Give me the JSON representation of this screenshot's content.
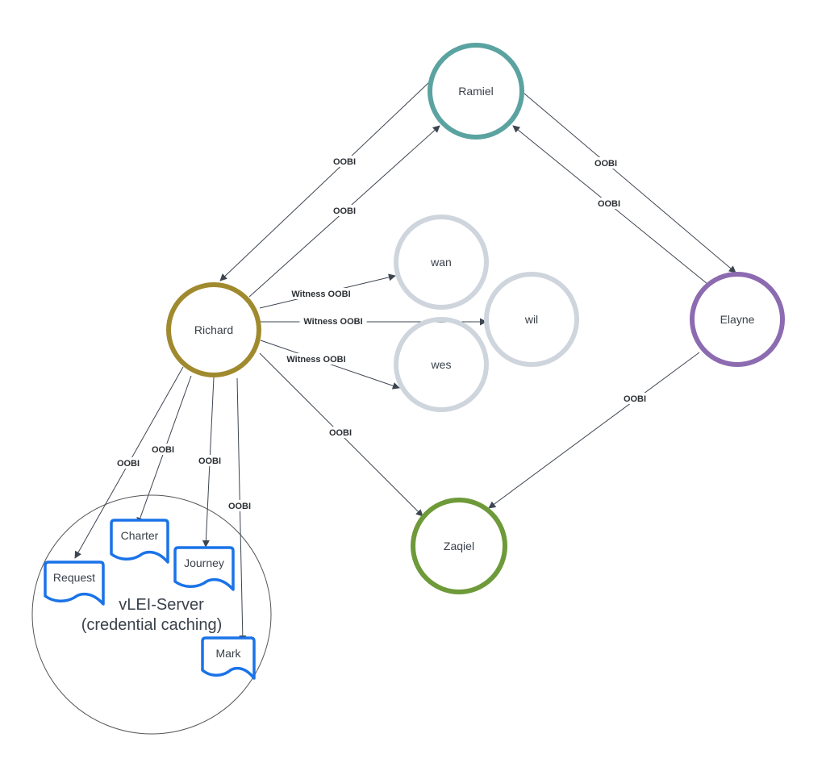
{
  "diagram": {
    "nodes": [
      {
        "id": "ramiel",
        "label": "Ramiel",
        "color": "#5ba3a1",
        "kind": "controller"
      },
      {
        "id": "richard",
        "label": "Richard",
        "color": "#a08a2e",
        "kind": "controller"
      },
      {
        "id": "elayne",
        "label": "Elayne",
        "color": "#8c6bb1",
        "kind": "controller"
      },
      {
        "id": "zaqiel",
        "label": "Zaqiel",
        "color": "#6e9a3a",
        "kind": "controller"
      },
      {
        "id": "wan",
        "label": "wan",
        "color": "#cfd5dd",
        "kind": "witness"
      },
      {
        "id": "wil",
        "label": "wil",
        "color": "#cfd5dd",
        "kind": "witness"
      },
      {
        "id": "wes",
        "label": "wes",
        "color": "#cfd5dd",
        "kind": "witness"
      }
    ],
    "server": {
      "label_line1": "vLEI-Server",
      "label_line2": "(credential caching)"
    },
    "documents": [
      {
        "id": "request",
        "label": "Request",
        "color": "#1a73e8"
      },
      {
        "id": "charter",
        "label": "Charter",
        "color": "#1a73e8"
      },
      {
        "id": "journey",
        "label": "Journey",
        "color": "#1a73e8"
      },
      {
        "id": "mark",
        "label": "Mark",
        "color": "#1a73e8"
      }
    ],
    "edges": [
      {
        "from": "ramiel",
        "to": "richard",
        "label": "OOBI"
      },
      {
        "from": "richard",
        "to": "ramiel",
        "label": "OOBI"
      },
      {
        "from": "ramiel",
        "to": "elayne",
        "label": "OOBI"
      },
      {
        "from": "elayne",
        "to": "ramiel",
        "label": "OOBI"
      },
      {
        "from": "richard",
        "to": "wan",
        "label": "Witness OOBI"
      },
      {
        "from": "richard",
        "to": "wil",
        "label": "Witness OOBI"
      },
      {
        "from": "richard",
        "to": "wes",
        "label": "Witness OOBI"
      },
      {
        "from": "richard",
        "to": "zaqiel",
        "label": "OOBI"
      },
      {
        "from": "elayne",
        "to": "zaqiel",
        "label": "OOBI"
      },
      {
        "from": "richard",
        "to": "request",
        "label": "OOBI"
      },
      {
        "from": "richard",
        "to": "charter",
        "label": "OOBI"
      },
      {
        "from": "richard",
        "to": "journey",
        "label": "OOBI"
      },
      {
        "from": "richard",
        "to": "mark",
        "label": "OOBI"
      }
    ],
    "edge_color": "#3d4550"
  }
}
